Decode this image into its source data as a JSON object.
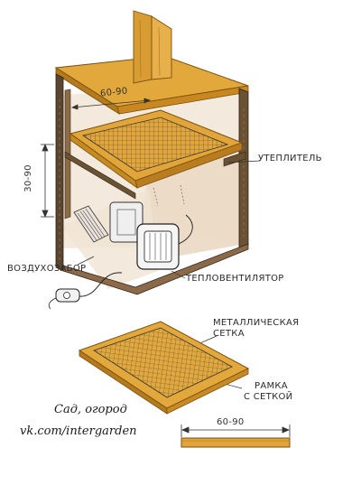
{
  "labels": {
    "insulation": "УТЕПЛИТЕЛЬ",
    "air_intake": "ВОЗДУХОЗАБОР",
    "fan_heater": "ТЕПЛОВЕНТИЛЯТОР",
    "metal_mesh_line1": "МЕТАЛЛИЧЕСКАЯ",
    "metal_mesh_line2": "СЕТКА",
    "frame_mesh_line1": "РАМКА",
    "frame_mesh_line2": "С СЕТКОЙ"
  },
  "dimensions": {
    "top_width": "60-90",
    "height": "30-90",
    "frame_width": "60-90"
  },
  "signature": {
    "line1": "Сад, огород",
    "line2": "vk.com/intergarden"
  },
  "colors": {
    "wood": "#e0a63a",
    "wood_dark": "#b77a1f",
    "board_shadow": "#efe3d2",
    "mesh": "#555555",
    "ink": "#333333"
  }
}
